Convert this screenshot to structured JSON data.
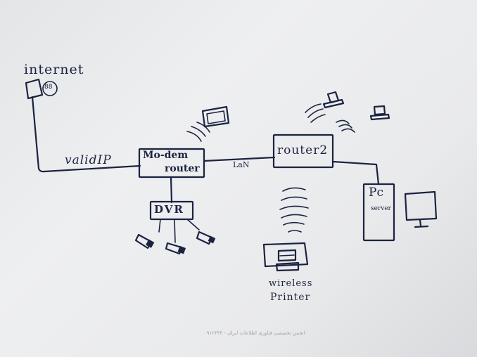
{
  "labels": {
    "internet": "internet",
    "cloud_badge": "88",
    "valid_ip": "validIP",
    "modem_line1": "Mo-dem",
    "modem_line2": "router",
    "lan": "LaN",
    "router2": "router2",
    "dvr": "DVR",
    "pc_line1": "Pc",
    "pc_line2": "server",
    "printer_line1": "wireless",
    "printer_line2": "Printer"
  },
  "nodes": [
    {
      "id": "internet",
      "icon": "internet-cloud-icon"
    },
    {
      "id": "modem-router",
      "icon": "modem-router-box"
    },
    {
      "id": "router2",
      "icon": "router-box"
    },
    {
      "id": "dvr",
      "icon": "dvr-box"
    },
    {
      "id": "pc-server",
      "icon": "pc-tower-icon"
    },
    {
      "id": "monitor",
      "icon": "monitor-icon"
    },
    {
      "id": "laptop-1",
      "icon": "laptop-icon"
    },
    {
      "id": "laptop-2",
      "icon": "laptop-icon"
    },
    {
      "id": "tv",
      "icon": "tv-icon"
    },
    {
      "id": "wireless-printer",
      "icon": "printer-icon"
    },
    {
      "id": "camera-1",
      "icon": "cctv-camera-icon"
    },
    {
      "id": "camera-2",
      "icon": "cctv-camera-icon"
    },
    {
      "id": "camera-3",
      "icon": "cctv-camera-icon"
    }
  ],
  "connections": [
    {
      "from": "internet",
      "to": "modem-router",
      "label": "validIP"
    },
    {
      "from": "modem-router",
      "to": "router2",
      "label": "LaN"
    },
    {
      "from": "modem-router",
      "to": "dvr",
      "label": ""
    },
    {
      "from": "router2",
      "to": "pc-server",
      "label": ""
    },
    {
      "from": "dvr",
      "to": "camera-1",
      "label": ""
    },
    {
      "from": "dvr",
      "to": "camera-2",
      "label": ""
    },
    {
      "from": "dvr",
      "to": "camera-3",
      "label": ""
    }
  ],
  "wireless_links": [
    "modem-router-to-tv",
    "router2-to-laptops",
    "printer-wifi"
  ],
  "watermark": "۰۹۱۲۳۳۴ - انجمن تخصصی فناوری اطلاعات ایران",
  "colors": {
    "ink": "#1b2340",
    "paper": "#e9eaec"
  }
}
